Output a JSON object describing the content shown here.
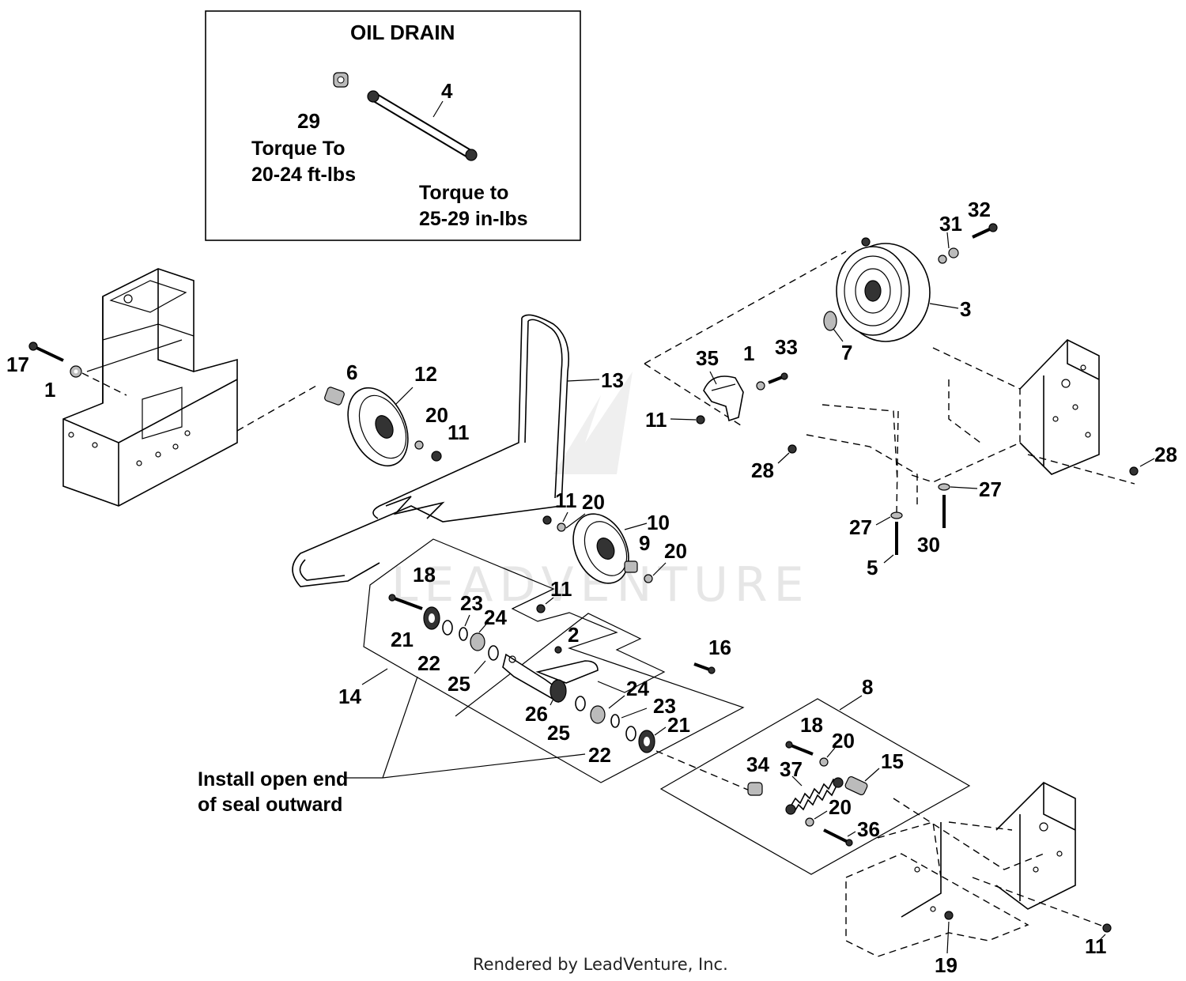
{
  "inset": {
    "title": "OIL DRAIN",
    "note_29": [
      "Torque To",
      "20-24 ft-lbs"
    ],
    "note_4": [
      "Torque to",
      "25-29 in-lbs"
    ]
  },
  "callouts": {
    "c1a": "1",
    "c1b": "1",
    "c2": "2",
    "c3": "3",
    "c4": "4",
    "c5": "5",
    "c6": "6",
    "c7": "7",
    "c8": "8",
    "c9": "9",
    "c10": "10",
    "c11a": "11",
    "c11b": "11",
    "c11c": "11",
    "c11d": "11",
    "c11e": "11",
    "c12": "12",
    "c13": "13",
    "c14": "14",
    "c15": "15",
    "c16": "16",
    "c17": "17",
    "c18a": "18",
    "c18b": "18",
    "c19": "19",
    "c20a": "20",
    "c20b": "20",
    "c20c": "20",
    "c20d": "20",
    "c20e": "20",
    "c21a": "21",
    "c21b": "21",
    "c22a": "22",
    "c22b": "22",
    "c23a": "23",
    "c23b": "23",
    "c24a": "24",
    "c24b": "24",
    "c25a": "25",
    "c25b": "25",
    "c26": "26",
    "c27a": "27",
    "c27b": "27",
    "c28a": "28",
    "c28b": "28",
    "c29": "29",
    "c30": "30",
    "c31": "31",
    "c32": "32",
    "c33": "33",
    "c34": "34",
    "c35": "35",
    "c36": "36",
    "c37": "37"
  },
  "seal_note": [
    "Install open end",
    "of seal outward"
  ],
  "watermark": "LEADVENTURE",
  "footer": "Rendered by LeadVenture, Inc."
}
